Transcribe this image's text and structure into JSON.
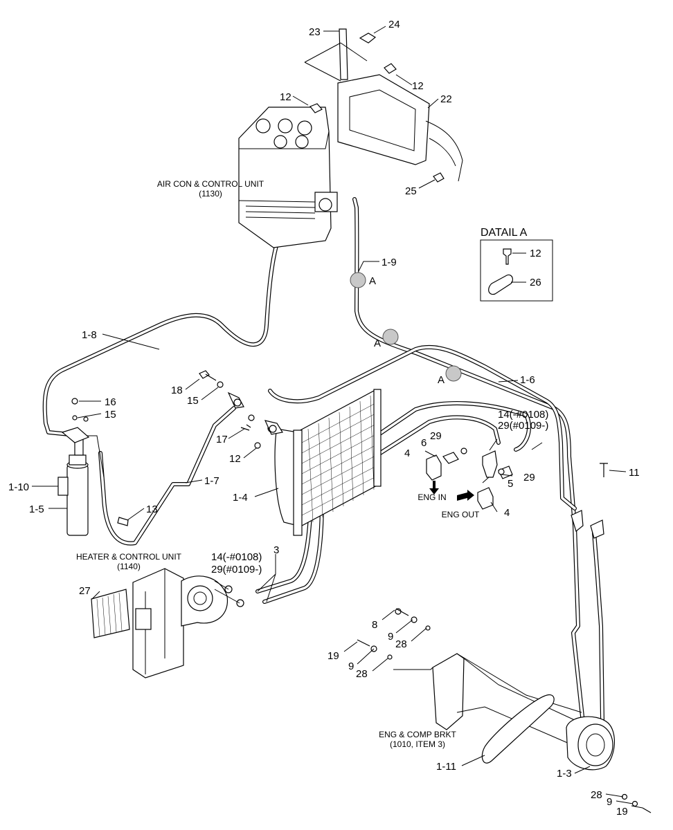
{
  "callouts": [
    {
      "id": "c23",
      "text": "23"
    },
    {
      "id": "c24",
      "text": "24"
    },
    {
      "id": "c12a",
      "text": "12"
    },
    {
      "id": "c12b",
      "text": "12"
    },
    {
      "id": "c22",
      "text": "22"
    },
    {
      "id": "c25",
      "text": "25"
    },
    {
      "id": "c1-9",
      "text": "1-9"
    },
    {
      "id": "c1-8",
      "text": "1-8"
    },
    {
      "id": "c1-6",
      "text": "1-6"
    },
    {
      "id": "c18",
      "text": "18"
    },
    {
      "id": "c15a",
      "text": "15"
    },
    {
      "id": "c16",
      "text": "16"
    },
    {
      "id": "c15b",
      "text": "15"
    },
    {
      "id": "c17",
      "text": "17"
    },
    {
      "id": "c12c",
      "text": "12"
    },
    {
      "id": "c1-7",
      "text": "1-7"
    },
    {
      "id": "c1-10",
      "text": "1-10"
    },
    {
      "id": "c1-5",
      "text": "1-5"
    },
    {
      "id": "c13",
      "text": "13"
    },
    {
      "id": "c1-4",
      "text": "1-4"
    },
    {
      "id": "c14r",
      "text": "14(-#0108)"
    },
    {
      "id": "c29r",
      "text": "29(#0109-)"
    },
    {
      "id": "c6",
      "text": "6"
    },
    {
      "id": "c29a",
      "text": "29"
    },
    {
      "id": "c4a",
      "text": "4"
    },
    {
      "id": "c5",
      "text": "5"
    },
    {
      "id": "c29b",
      "text": "29"
    },
    {
      "id": "c4b",
      "text": "4"
    },
    {
      "id": "c11",
      "text": "11"
    },
    {
      "id": "c3",
      "text": "3"
    },
    {
      "id": "c14l",
      "text": "14(-#0108)"
    },
    {
      "id": "c29l",
      "text": "29(#0109-)"
    },
    {
      "id": "c27",
      "text": "27"
    },
    {
      "id": "c8",
      "text": "8"
    },
    {
      "id": "c9a",
      "text": "9"
    },
    {
      "id": "c28a",
      "text": "28"
    },
    {
      "id": "c19a",
      "text": "19"
    },
    {
      "id": "c9b",
      "text": "9"
    },
    {
      "id": "c28b",
      "text": "28"
    },
    {
      "id": "c1-11",
      "text": "1-11"
    },
    {
      "id": "c1-3",
      "text": "1-3"
    },
    {
      "id": "c28c",
      "text": "28"
    },
    {
      "id": "c9c",
      "text": "9"
    },
    {
      "id": "c19b",
      "text": "19"
    }
  ],
  "captions": {
    "air_con_unit": "AIR CON & CONTROL UNIT",
    "air_con_unit_ref": "(1130)",
    "heater_unit": "HEATER & CONTROL UNIT",
    "heater_unit_ref": "(1140)",
    "eng_comp_brkt": "ENG & COMP BRKT",
    "eng_comp_brkt_ref": "(1010, ITEM 3)",
    "eng_in": "ENG IN",
    "eng_out": "ENG OUT"
  },
  "detail_a": {
    "title": "DATAIL A",
    "item_bolt": "12",
    "item_clamp": "26"
  },
  "markers": [
    "A",
    "A",
    "A"
  ]
}
